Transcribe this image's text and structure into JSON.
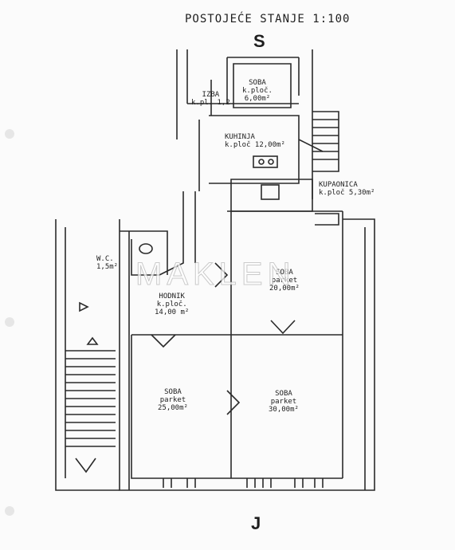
{
  "title": "POSTOJEĆE STANJE 1:100",
  "compass": {
    "north": "S",
    "south": "J"
  },
  "watermark": "MAKLEN",
  "rooms": [
    {
      "name": "SOBA",
      "line2": "k.ploč.",
      "line3": "6,00m²"
    },
    {
      "name": "IZBA",
      "line2": "k.pl.",
      "line3": "1,2"
    },
    {
      "name": "KUHINJA",
      "line2": "k.ploč 12,00m²",
      "line3": ""
    },
    {
      "name": "KUPAONICA",
      "line2": "k.ploč 5,30m²",
      "line3": ""
    },
    {
      "name": "W.C.",
      "line2": "1,5m²",
      "line3": ""
    },
    {
      "name": "SOBA",
      "line2": "parket",
      "line3": "20,00m²"
    },
    {
      "name": "HODNIK",
      "line2": "k.ploč.",
      "line3": "14,00 m²"
    },
    {
      "name": "SOBA",
      "line2": "parket",
      "line3": "25,00m²"
    },
    {
      "name": "SOBA",
      "line2": "parket",
      "line3": "30,00m²"
    }
  ]
}
